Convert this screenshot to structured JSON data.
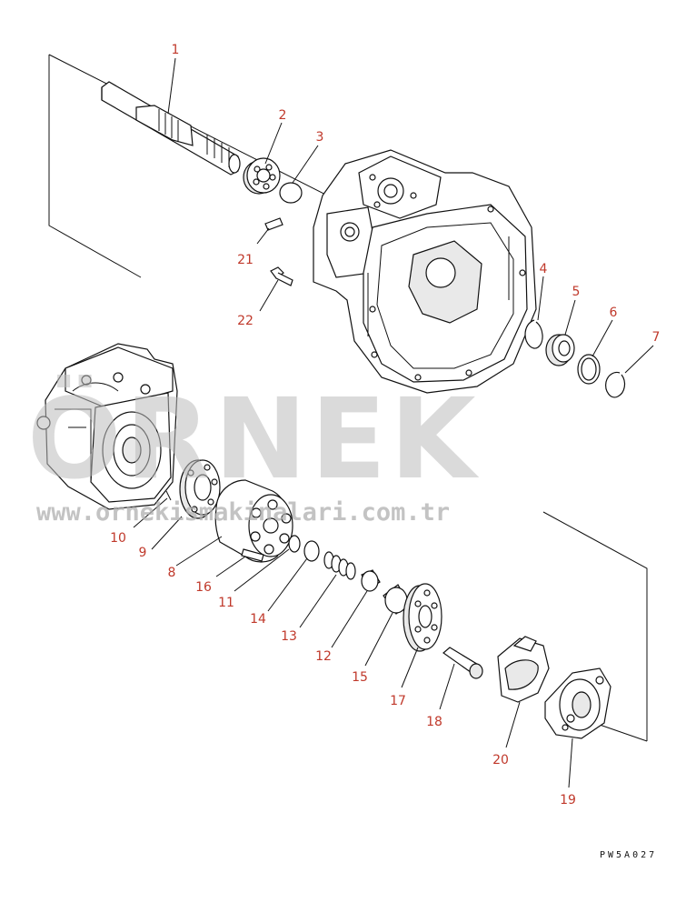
{
  "diagram": {
    "callouts": [
      "1",
      "2",
      "3",
      "4",
      "5",
      "6",
      "7",
      "8",
      "9",
      "10",
      "11",
      "12",
      "13",
      "14",
      "15",
      "16",
      "17",
      "18",
      "19",
      "20",
      "21",
      "22"
    ],
    "drawing_code": "PW5A027"
  },
  "watermark": {
    "brand": "ÖRNEK",
    "url": "www.ornekismakinalari.com.tr"
  },
  "colors": {
    "callout": "#c0392b",
    "watermark": "#bdbdbd",
    "line": "#111111"
  }
}
